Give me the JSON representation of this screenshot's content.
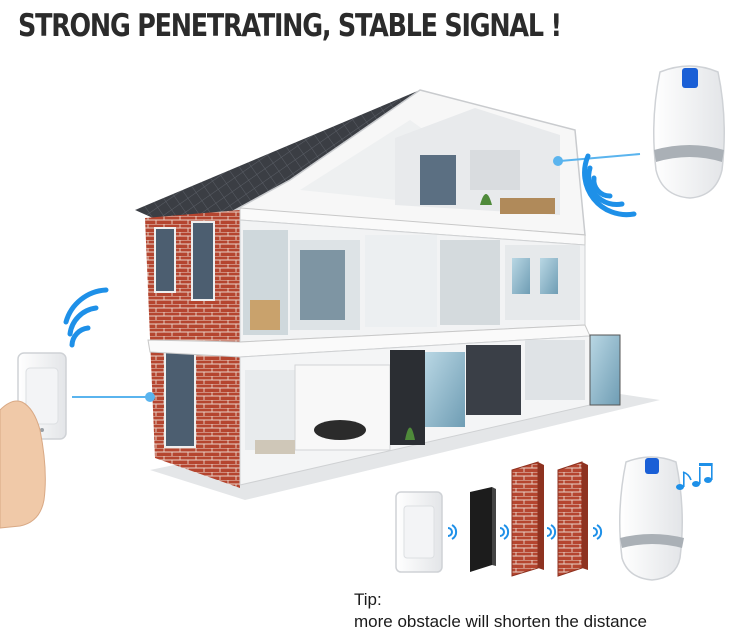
{
  "headline": "STRONG PENETRATING, STABLE SIGNAL !",
  "tip": {
    "label": "Tip:",
    "text": "more obstacle will shorten the distance"
  },
  "colors": {
    "signal_blue": "#1e90e8",
    "led_blue": "#1a5fd6",
    "brick": "#b5452f",
    "roof": "#3a3d42"
  },
  "icons": [
    "push-button-transmitter-icon",
    "doorbell-receiver-icon",
    "signal-wave-icon",
    "music-note-icon",
    "door-obstacle-icon",
    "brick-wall-obstacle-icon"
  ]
}
